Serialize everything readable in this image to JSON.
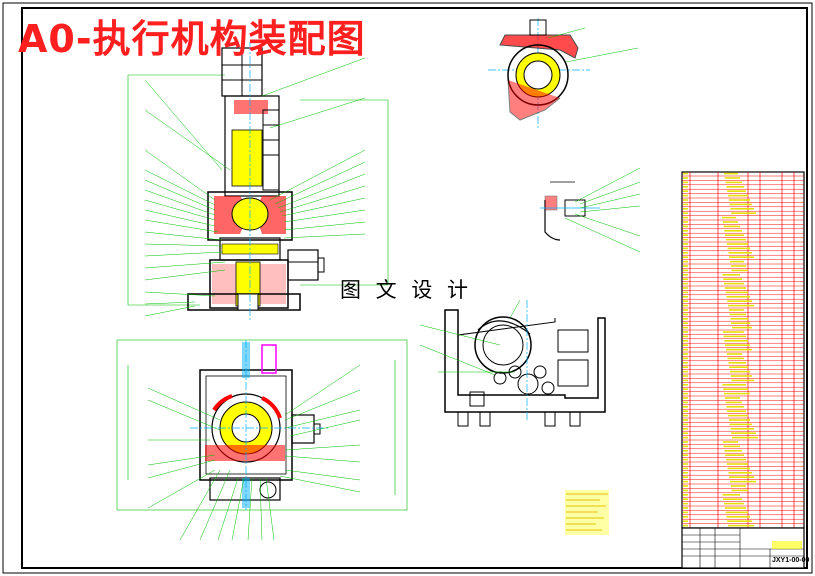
{
  "drawing": {
    "title": "A0-执行机构装配图",
    "watermark": "图 文 设 计",
    "drawing_code": "JXY1-00-00"
  },
  "colors": {
    "outline": "#000000",
    "leader": "#00c000",
    "centerline": "#00b0ff",
    "section_hatch": "#ff0000",
    "yellow_fill": "#ffff00",
    "title_red": "#ff1f1f",
    "magenta": "#ff00ff"
  }
}
